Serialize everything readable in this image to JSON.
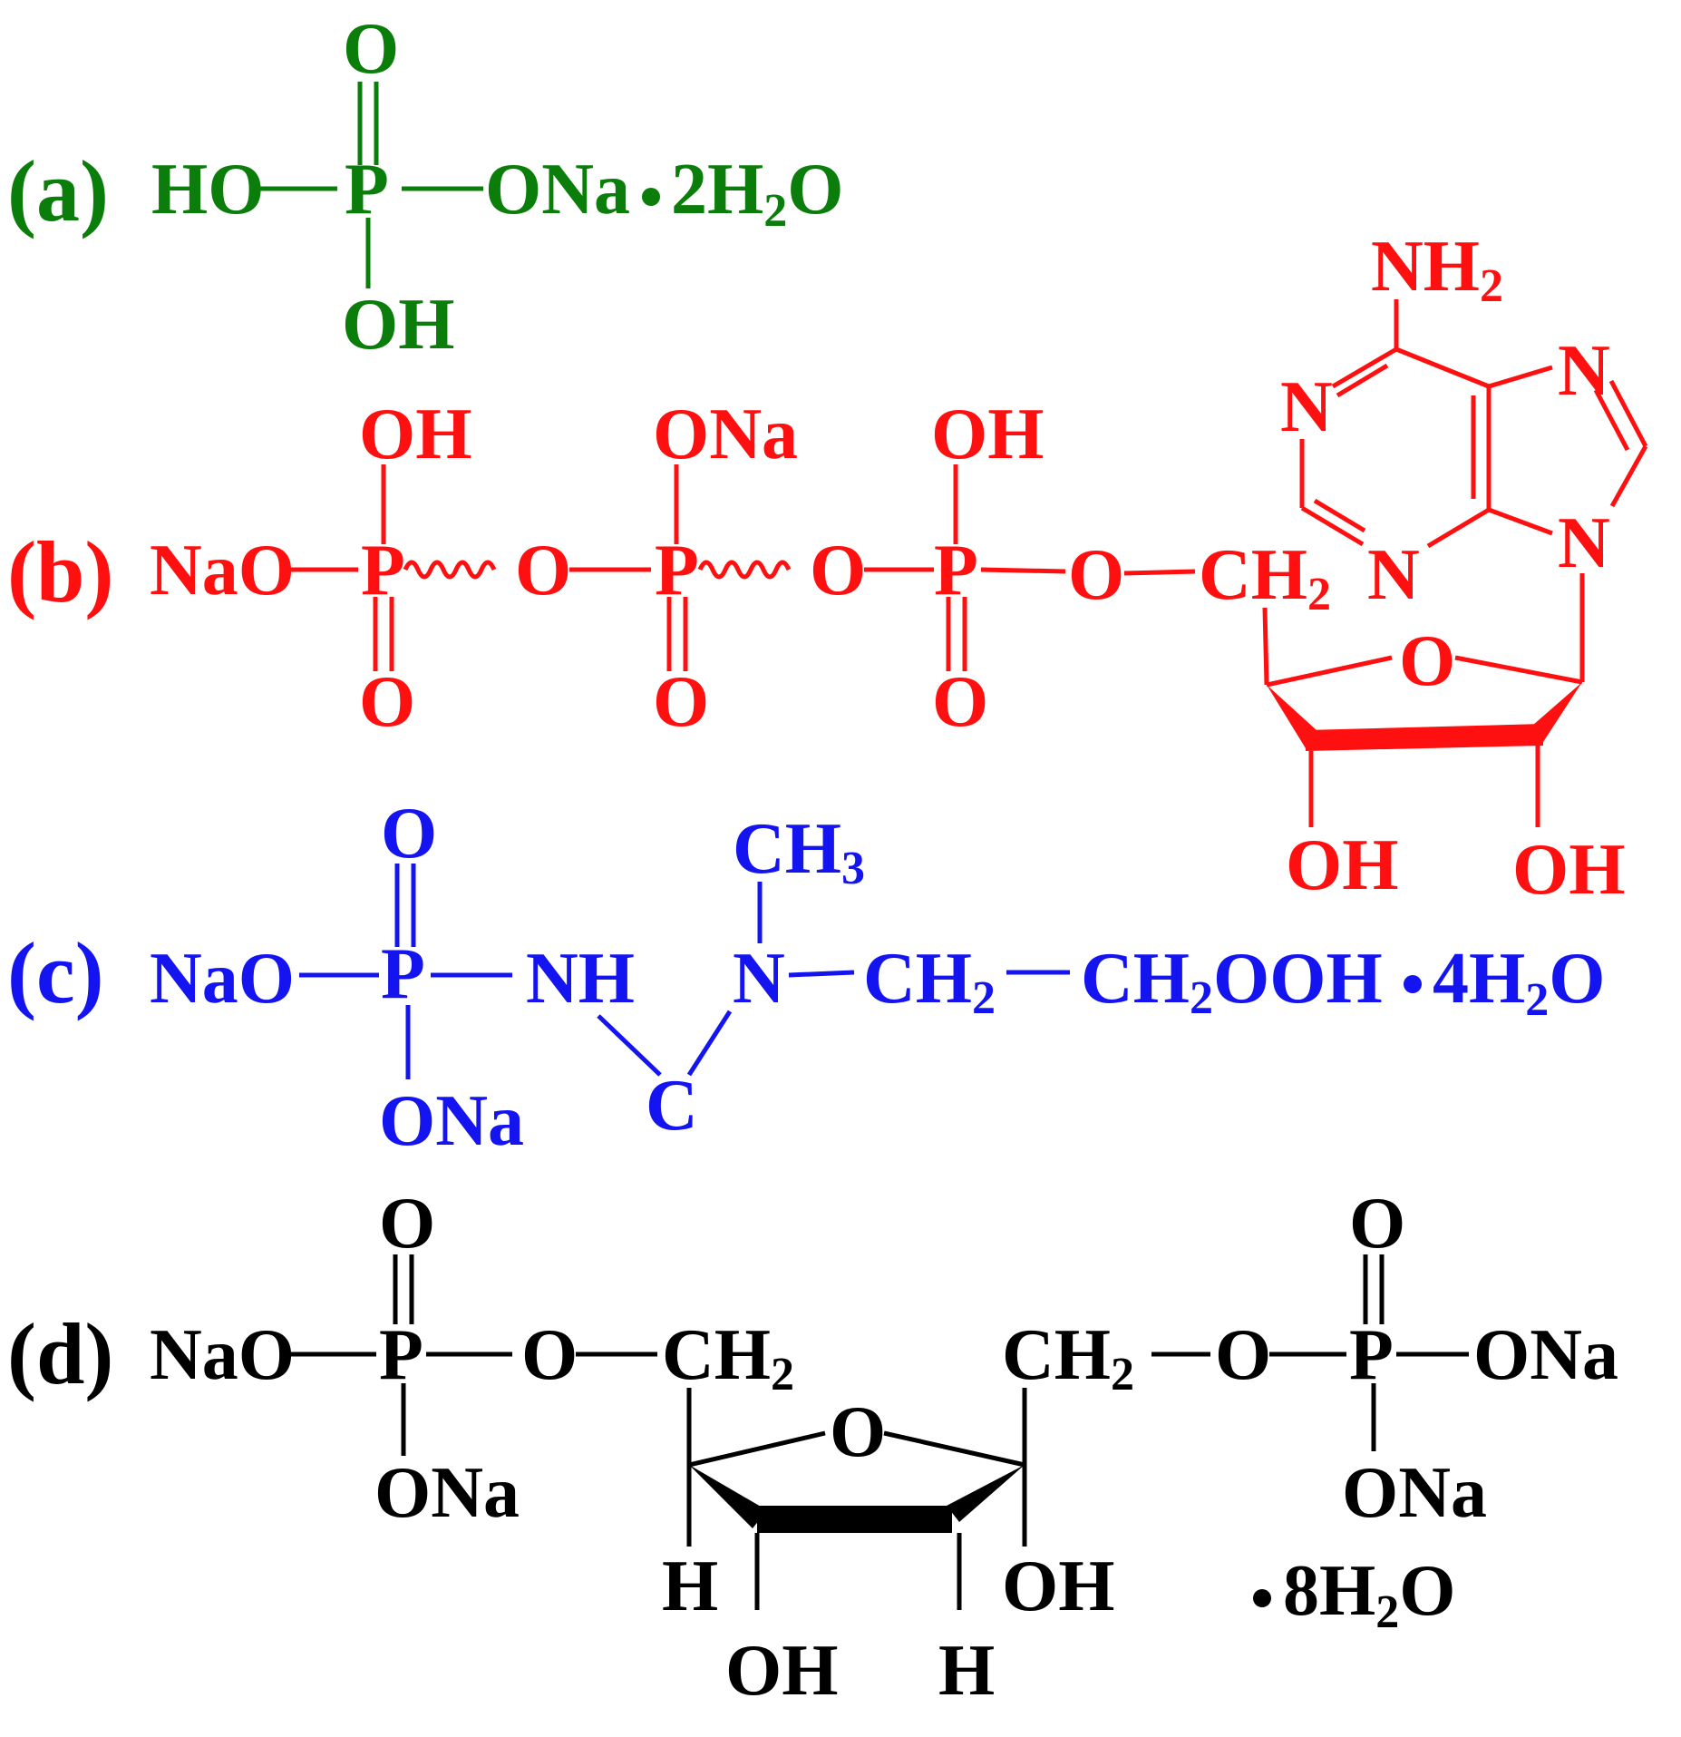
{
  "colors": {
    "a": "#0b7d0b",
    "b": "#ff1010",
    "c": "#1414f0",
    "d": "#000000"
  },
  "a": {
    "tag": "(a)",
    "o_top": "O",
    "ho": "HO",
    "p": "P",
    "ona": "ONa",
    "hydrate_2": "2H",
    "hydrate_sub": "2",
    "hydrate_o": "O",
    "oh_bottom": "OH"
  },
  "b": {
    "tag": "(b)",
    "nao": "NaO",
    "p1": "P",
    "p2": "P",
    "p3": "P",
    "o_link1": "O",
    "o_link2": "O",
    "o_link3": "O",
    "oh_top1": "OH",
    "ona_top2": "ONa",
    "oh_top3": "OH",
    "o_bottom1": "O",
    "o_bottom2": "O",
    "o_bottom3": "O",
    "ch": "CH",
    "ch_sub": "2",
    "nh": "NH",
    "nh_sub": "2",
    "n1": "N",
    "n3": "N",
    "n7": "N",
    "n9": "N",
    "ring_o": "O",
    "oh_sugar1": "OH",
    "oh_sugar2": "OH"
  },
  "c": {
    "tag": "(c)",
    "o_top": "O",
    "nao": "NaO",
    "p": "P",
    "nh": "NH",
    "ona": "ONa",
    "c": "C",
    "ch3": "CH",
    "ch3_sub": "3",
    "n": "N",
    "ch2a": "CH",
    "ch2a_sub": "2",
    "ch2b": "CH",
    "ch2b_sub": "2",
    "ooh": "OOH",
    "hydrate": "4H",
    "hydrate_sub": "2",
    "hydrate_o": "O"
  },
  "d": {
    "tag": "(d)",
    "o_top1": "O",
    "nao": "NaO",
    "p1": "P",
    "o_link1": "O",
    "ch_left": "CH",
    "ch_left_sub": "2",
    "ona1": "ONa",
    "ring_o": "O",
    "ch_right": "CH",
    "ch_right_sub": "2",
    "o_link2": "O",
    "p2": "P",
    "ona2": "ONa",
    "o_top2": "O",
    "ona3": "ONa",
    "h_left": "H",
    "oh_c3": "OH",
    "oh_c2": "OH",
    "h_c2": "H",
    "hydrate": "8H",
    "hydrate_sub": "2",
    "hydrate_o": "O"
  }
}
